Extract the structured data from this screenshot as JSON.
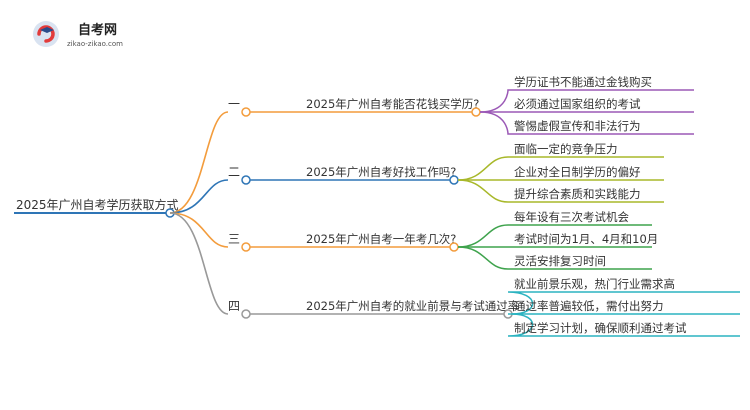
{
  "logo": {
    "title": "自考网",
    "url": "zikao-zikao.com"
  },
  "root": {
    "label": "2025年广州自考学历获取方式"
  },
  "branches": [
    {
      "number": "一",
      "question": "2025年广州自考能否花钱买学历?",
      "color": "#f39c3c",
      "leaf_color": "#9b59b6",
      "leaves": [
        "学历证书不能通过金钱购买",
        "必须通过国家组织的考试",
        "警惕虚假宣传和非法行为"
      ]
    },
    {
      "number": "二",
      "question": "2025年广州自考好找工作吗?",
      "color": "#2e75b6",
      "leaf_color": "#a8b82a",
      "leaves": [
        "面临一定的竞争压力",
        "企业对全日制学历的偏好",
        "提升综合素质和实践能力"
      ]
    },
    {
      "number": "三",
      "question": "2025年广州自考一年考几次?",
      "color": "#f39c3c",
      "leaf_color": "#3fa34d",
      "leaves": [
        "每年设有三次考试机会",
        "考试时间为1月、4月和10月",
        "灵活安排复习时间"
      ]
    },
    {
      "number": "四",
      "question": "2025年广州自考的就业前景与考试通过率",
      "color": "#999999",
      "leaf_color": "#2bb3c0",
      "leaves": [
        "就业前景乐观，热门行业需求高",
        "通过率普遍较低，需付出努力",
        "制定学习计划，确保顺利通过考试"
      ]
    }
  ]
}
